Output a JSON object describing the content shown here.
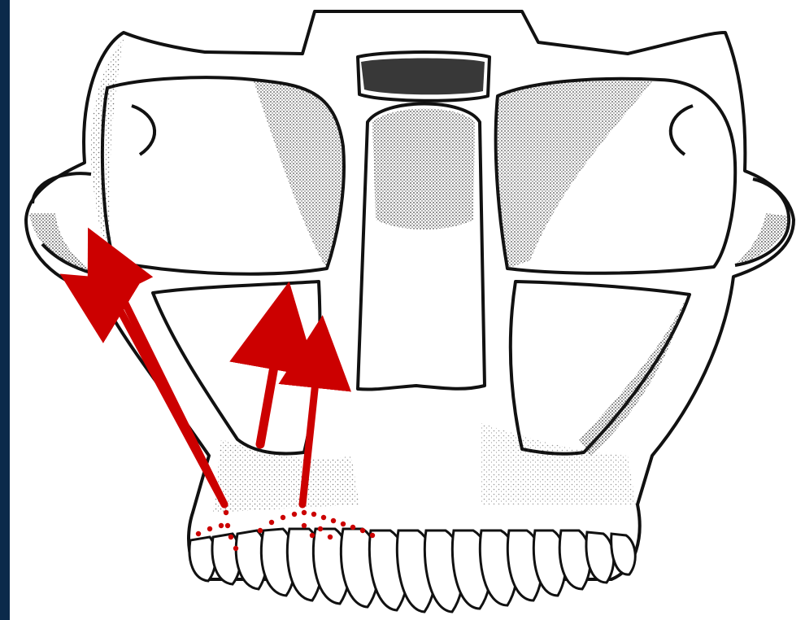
{
  "diagram": {
    "colors": {
      "frame": "#0b2a4a",
      "background": "#ffffff",
      "ink": "#111111",
      "stipple": "#333333",
      "arrow": "#cc0000",
      "dots": "#cc0000"
    },
    "arrows": [
      {
        "id": "arrow-1"
      },
      {
        "id": "arrow-2"
      },
      {
        "id": "arrow-3"
      },
      {
        "id": "arrow-4"
      }
    ]
  }
}
